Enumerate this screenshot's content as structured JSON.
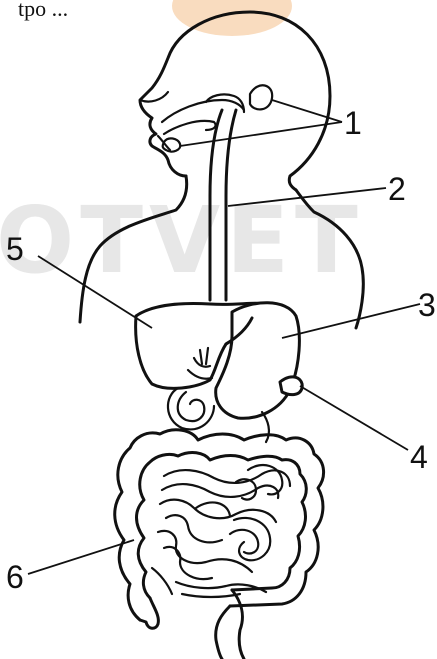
{
  "header_fragment": "tpo ...",
  "watermark": {
    "text": "OTVET",
    "color": "#e7e7e7",
    "logo_color": "#f4c08a"
  },
  "labels": [
    {
      "id": "1",
      "text": "1"
    },
    {
      "id": "2",
      "text": "2"
    },
    {
      "id": "3",
      "text": "3"
    },
    {
      "id": "4",
      "text": "4"
    },
    {
      "id": "5",
      "text": "5"
    },
    {
      "id": "6",
      "text": "6"
    }
  ],
  "colors": {
    "line": "#111111",
    "background": "#ffffff"
  }
}
